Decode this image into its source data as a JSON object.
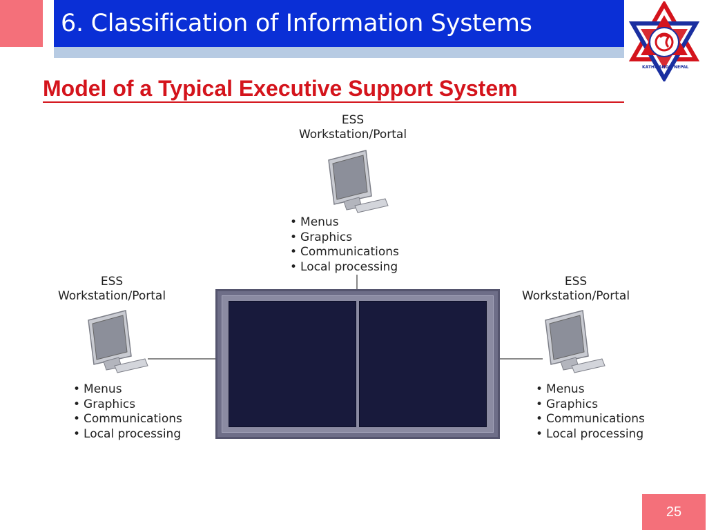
{
  "header": {
    "title": "6. Classification of Information Systems",
    "subtitle": "Model of a Typical Executive Support System"
  },
  "colors": {
    "header_bg": "#0a2fd6",
    "accent_pink": "#f4707a",
    "subtitle_red": "#d4141c",
    "screen_panel": "#181a3c"
  },
  "workstations": {
    "top": {
      "label_line1": "ESS",
      "label_line2": "Workstation/Portal",
      "bullets": [
        "Menus",
        "Graphics",
        "Communications",
        "Local processing"
      ]
    },
    "left": {
      "label_line1": "ESS",
      "label_line2": "Workstation/Portal",
      "bullets": [
        "Menus",
        "Graphics",
        "Communications",
        "Local processing"
      ]
    },
    "right": {
      "label_line1": "ESS",
      "label_line2": "Workstation/Portal",
      "bullets": [
        "Menus",
        "Graphics",
        "Communications",
        "Local processing"
      ]
    }
  },
  "icons": {
    "logo": "university-emblem-icon",
    "computer": "computer-workstation-icon",
    "screen": "large-display-screen-icon"
  },
  "footer": {
    "page_number": "25"
  }
}
